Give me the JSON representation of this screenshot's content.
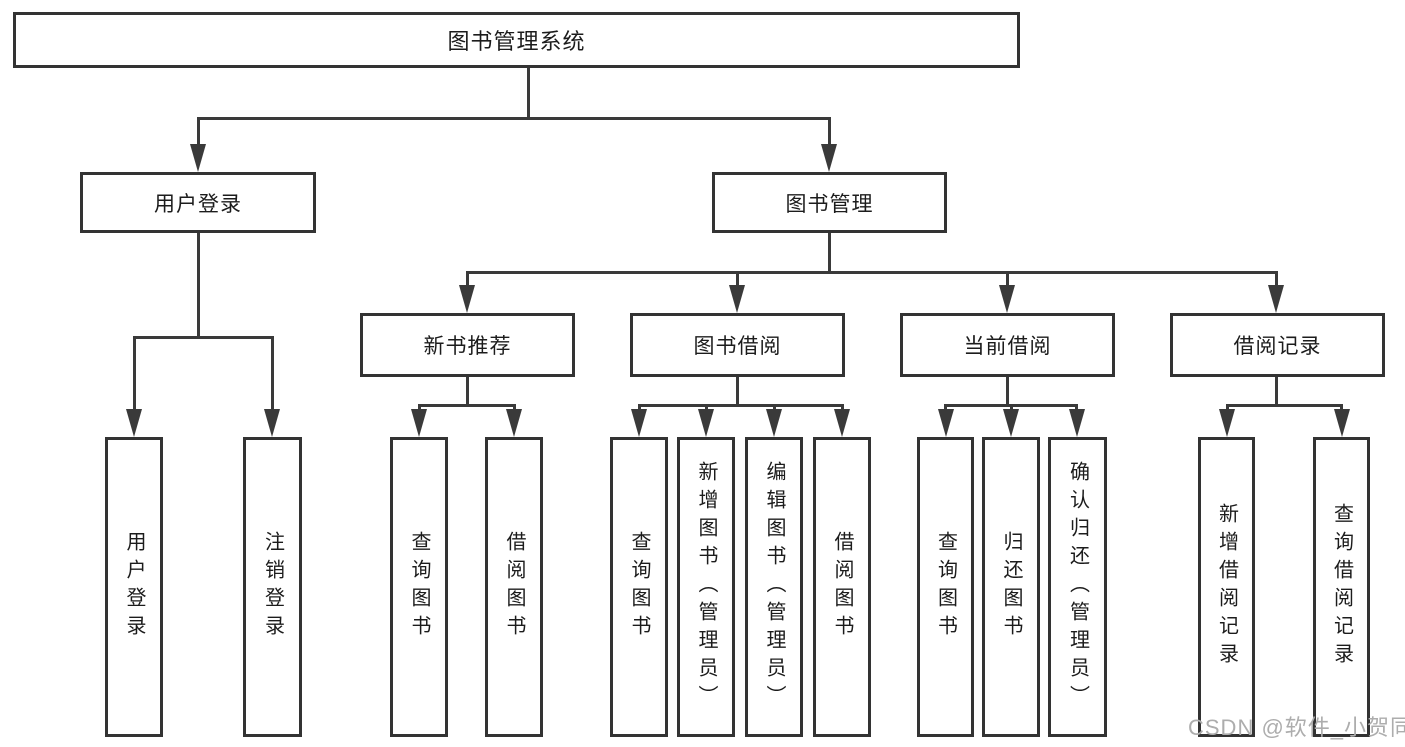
{
  "diagram": {
    "root": {
      "label": "图书管理系统"
    },
    "branches": [
      {
        "label": "用户登录",
        "children": [
          {
            "label": "用户登录"
          },
          {
            "label": "注销登录"
          }
        ]
      },
      {
        "label": "图书管理",
        "children": [
          {
            "label": "新书推荐",
            "children": [
              {
                "label": "查询图书"
              },
              {
                "label": "借阅图书"
              }
            ]
          },
          {
            "label": "图书借阅",
            "children": [
              {
                "label": "查询图书"
              },
              {
                "label": "新增图书（管理员）"
              },
              {
                "label": "编辑图书（管理员）"
              },
              {
                "label": "借阅图书"
              }
            ]
          },
          {
            "label": "当前借阅",
            "children": [
              {
                "label": "查询图书"
              },
              {
                "label": "归还图书"
              },
              {
                "label": "确认归还（管理员）"
              }
            ]
          },
          {
            "label": "借阅记录",
            "children": [
              {
                "label": "新增借阅记录"
              },
              {
                "label": "查询借阅记录"
              }
            ]
          }
        ]
      }
    ]
  },
  "watermark": {
    "text": "CSDN @软件_小贺同学"
  },
  "colors": {
    "line": "#3a3a3a",
    "box_border": "#333333",
    "text": "#1c1c1c",
    "watermark": "#adadad",
    "background": "#ffffff",
    "box_fill": "#ffffff"
  }
}
